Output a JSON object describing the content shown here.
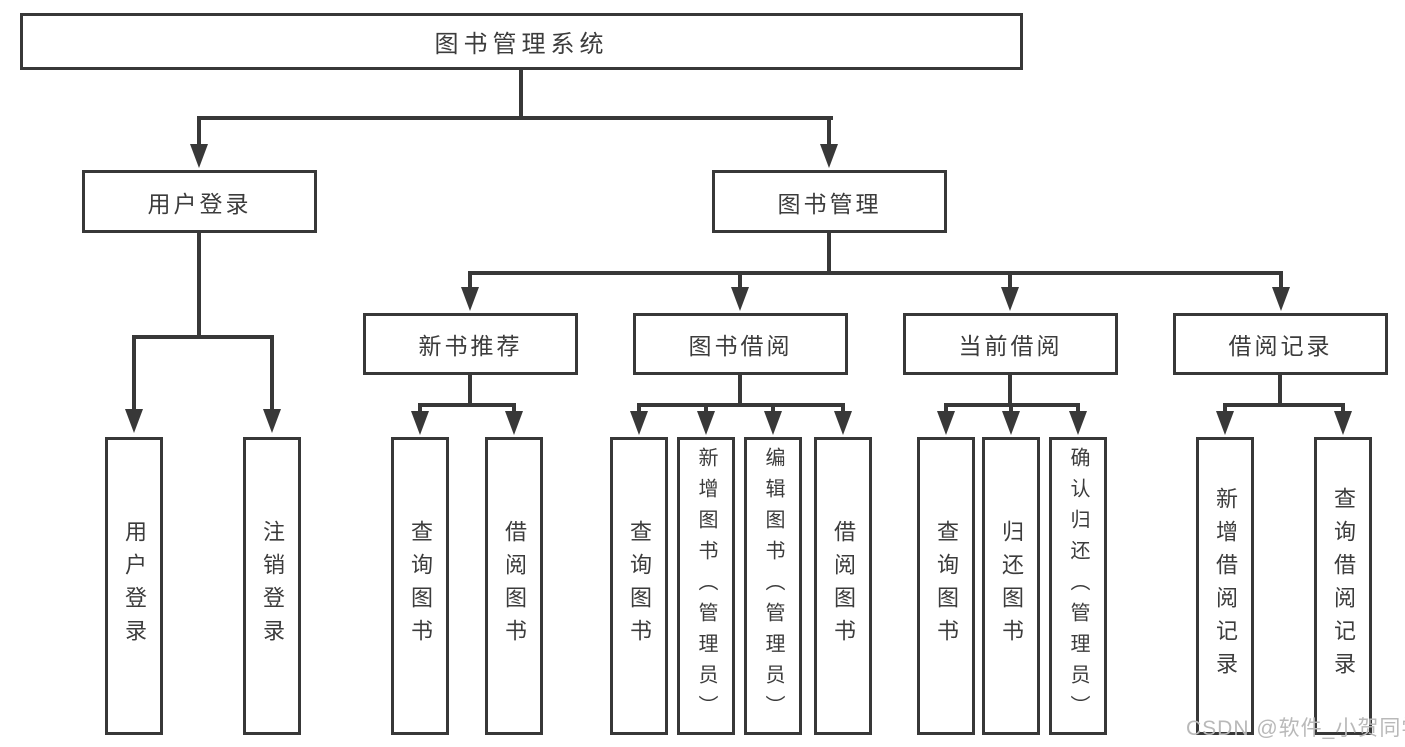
{
  "diagram": {
    "title": "图书管理系统",
    "root": {
      "label": "图书管理系统"
    },
    "branches": [
      {
        "label": "用户登录",
        "children": [
          {
            "label": "用户登录"
          },
          {
            "label": "注销登录"
          }
        ]
      },
      {
        "label": "图书管理",
        "children": [
          {
            "label": "新书推荐",
            "children": [
              {
                "label": "查询图书"
              },
              {
                "label": "借阅图书"
              }
            ]
          },
          {
            "label": "图书借阅",
            "children": [
              {
                "label": "查询图书"
              },
              {
                "label": "新增图书（管理员）"
              },
              {
                "label": "编辑图书（管理员）"
              },
              {
                "label": "借阅图书"
              }
            ]
          },
          {
            "label": "当前借阅",
            "children": [
              {
                "label": "查询图书"
              },
              {
                "label": "归还图书"
              },
              {
                "label": "确认归还（管理员）"
              }
            ]
          },
          {
            "label": "借阅记录",
            "children": [
              {
                "label": "新增借阅记录"
              },
              {
                "label": "查询借阅记录"
              }
            ]
          }
        ]
      }
    ]
  },
  "watermark": {
    "text": "CSDN @软件_小贺同学"
  },
  "colors": {
    "line": "#383838",
    "text": "#3c3c3c",
    "background": "#ffffff",
    "watermark": "#b9b9b9"
  }
}
